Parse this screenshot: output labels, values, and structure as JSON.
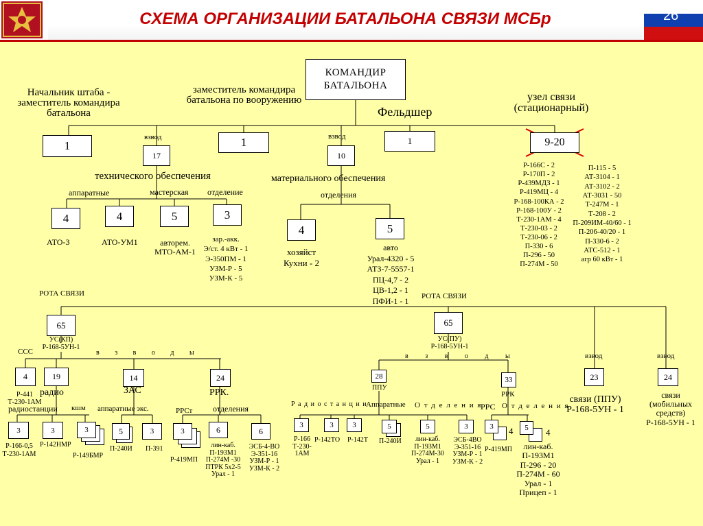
{
  "title": "СХЕМА ОРГАНИЗАЦИИ БАТАЛЬОНА СВЯЗИ МСБр",
  "page": "26",
  "commander": "КОМАНДИР БАТАЛЬОНА",
  "chief": "Начальник штаба - заместитель командира батальона",
  "deputy_arm": "заместитель командира батальона по вооружению",
  "medic": "Фельдшер",
  "node": "узел связи (стационарный)",
  "b_chief": "1",
  "b_deputy": "1",
  "b_medic": "1",
  "b_node": "9-20",
  "vzvod": "взвод",
  "b17": "17",
  "b10": "10",
  "tech_support": "технического обеспечения",
  "mat_support": "материального обеспечения",
  "apparatnye": "аппаратные",
  "masterskaya": "мастерская",
  "otdelenie": "отделение",
  "otdeleniya": "отделения",
  "b4a": "4",
  "b4b": "4",
  "b5t": "5",
  "b3t": "3",
  "b4m": "4",
  "b5m": "5",
  "ato3": "АТО-3",
  "atoum1": "АТО-УМ1",
  "avtorem": [
    "авторем.",
    "МТО-АМ-1"
  ],
  "zar": [
    "зар.-акк.",
    "Э/ст. 4 кВт - 1",
    "Э-350ПМ - 1",
    "УЗМ-Р - 5",
    "УЗМ-К - 5"
  ],
  "hoz": [
    "хозяйст",
    "Кухни - 2"
  ],
  "avto": [
    "авто",
    "Урал-4320 - 5",
    "АТЗ-7-5557-1",
    "ПЦ-4,7 - 2",
    "ЦВ-1,2 - 1",
    "ПФИ-1 - 1"
  ],
  "node_col1": [
    "Р-166С - 2",
    "Р-170П - 2",
    "Р-439МДЗ - 1",
    "Р-419МЦ - 4",
    "Р-168-100КА - 2",
    "Р-168-100У - 2",
    "Т-230-1АМ - 4",
    "Т-230-03 - 2",
    "Т-230-06 - 2",
    "П-330 - 6",
    "П-296 - 50",
    "П-274М - 50"
  ],
  "node_col2": [
    "П-115 - 5",
    "АТ-3104 - 1",
    "АТ-3102 - 2",
    "АТ-3031 - 50",
    "Т-247М - 1",
    "Т-208 - 2",
    "П-209ИМ-40/60 - 1",
    "П-206-40/20 - 1",
    "П-330-6 - 2",
    "АТС-512 - 1",
    "агр 60 кВт - 1"
  ],
  "rota": "РОТА СВЯЗИ",
  "b65a": "65",
  "b65b": "65",
  "uskp": [
    "УС(КП)",
    "Р-168-5УН-1"
  ],
  "uspu": [
    "УС(ПУ)",
    "Р-168-5УН-1"
  ],
  "vzvody": "в з в о д ы",
  "ccc": "ССС",
  "b4c": "4",
  "b19": "19",
  "b14": "14",
  "b24a": "24",
  "r441": [
    "Р-441",
    "Т-230-1АМ"
  ],
  "radio": "радио",
  "radiost": "радиостанции",
  "kshm": "кшм",
  "zas": "ЗАС",
  "app_eks": "аппаратные экс.",
  "rrk": "РРК.",
  "rrst": "РРСт",
  "otdeleniya2": "отделения",
  "b3a": "3",
  "b3b": "3",
  "b3c": "3",
  "b5z": "5",
  "b3z": "3",
  "b3r": "3",
  "b6a": "6",
  "b6b": "6",
  "r166": [
    "Р-166-0,5",
    "Т-230-1АМ"
  ],
  "r142nmr": "Р-142НМР",
  "r149bmr": "Р-149БМР",
  "p240i": "П-240И",
  "p391": "П-391",
  "r419mp": "Р-419МП",
  "linkab": [
    "лин-каб.",
    "П-193М1",
    "П-274М -30",
    "ПТРК 5х2-5",
    "Урал - 1"
  ],
  "esb": [
    "ЭСБ-4-ВО",
    "Э-351-16",
    "УЗМ-Р - 1",
    "УЗМ-К - 2"
  ],
  "b28": "28",
  "b33": "33",
  "ppu": "ППУ",
  "rrk2": "РРК",
  "radiost2": "Р а д и о с т а н ц и и",
  "apparat2": "Аппаратные",
  "otdeleniya3": "О т д е л е н и я",
  "rrs": "РРС",
  "otdeleniya4": "О т д е л е н и я",
  "b3d": "3",
  "b3e": "3",
  "b3f": "3",
  "b5g": "5",
  "b5h": "5",
  "b3i": "3",
  "b3j": "3",
  "b5k": "5",
  "four1": "4",
  "four2": "4",
  "r166b": [
    "Р-166",
    "Т-230-",
    "1АМ"
  ],
  "r142to": "Р-142ТО",
  "r142t": "Р-142Т",
  "p240i2": "П-240И",
  "linkab2": [
    "лин-каб.",
    "П-193М1",
    "П-274М-30",
    "Урал - 1"
  ],
  "esb2": [
    "ЭСБ-4ВО",
    "Э-351-16",
    "УЗМ-Р - 1",
    "УЗМ-К - 2"
  ],
  "r419mp2": "Р-419МП",
  "linkab3": [
    "лин-каб.",
    "П-193М1",
    "П-296 - 20",
    "П-274М - 60",
    "Урал - 1",
    "Прицеп - 1"
  ],
  "b23": "23",
  "b24b": "24",
  "ppu_text": [
    "связи (ППУ)",
    "Р-168-5УН - 1"
  ],
  "mob_text": [
    "связи",
    "(мобильных",
    "средств)",
    "Р-168-5УН - 1"
  ]
}
